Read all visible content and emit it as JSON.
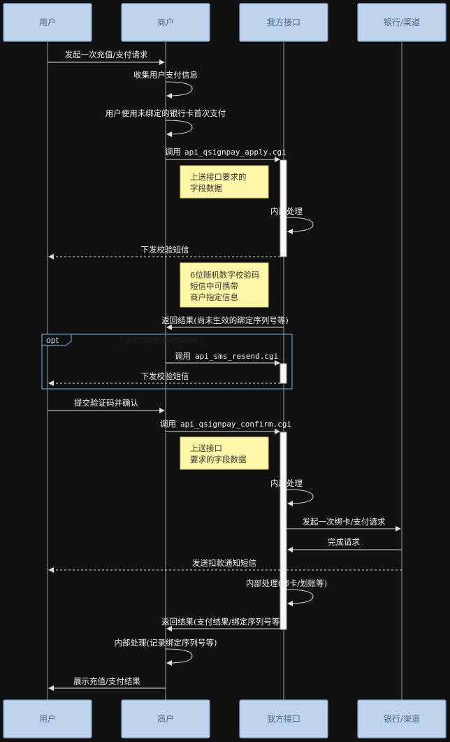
{
  "participants": [
    "用户",
    "商户",
    "我方接口",
    "银行/渠道"
  ],
  "messages": [
    "发起一次充值/支付请求",
    "收集用户支付信息",
    "用户使用未绑定的银行卡首次支付",
    "调用",
    "api_qsignpay_apply.cgi",
    "内部处理",
    "下发校验短信",
    "返回结果(尚未生效的绑定序列号等)",
    "调用",
    "api_sms_resend.cgi",
    "下发校验短信",
    "提交验证码并确认",
    "调用",
    "api_qsignpay_confirm.cgi",
    "内部处理",
    "发起一次绑卡/支付请求",
    "完成请求",
    "发送扣款通知短信",
    "内部处理(绑卡/划账等)",
    "返回结果(支付结果/绑定序列号等)",
    "内部处理(记录绑定序列号等)",
    "展示充值/支付结果"
  ],
  "notes": {
    "note1": [
      "上送接口要求的",
      "字段数据"
    ],
    "note2": [
      "6位随机数字校验码",
      "短信中可携带",
      "商户指定信息"
    ],
    "note3": [
      "上送接口",
      "要求的字段数据"
    ]
  },
  "opt_frame": {
    "tag": "opt",
    "condition": "[ 未收到短信/验证码超时 ]"
  }
}
